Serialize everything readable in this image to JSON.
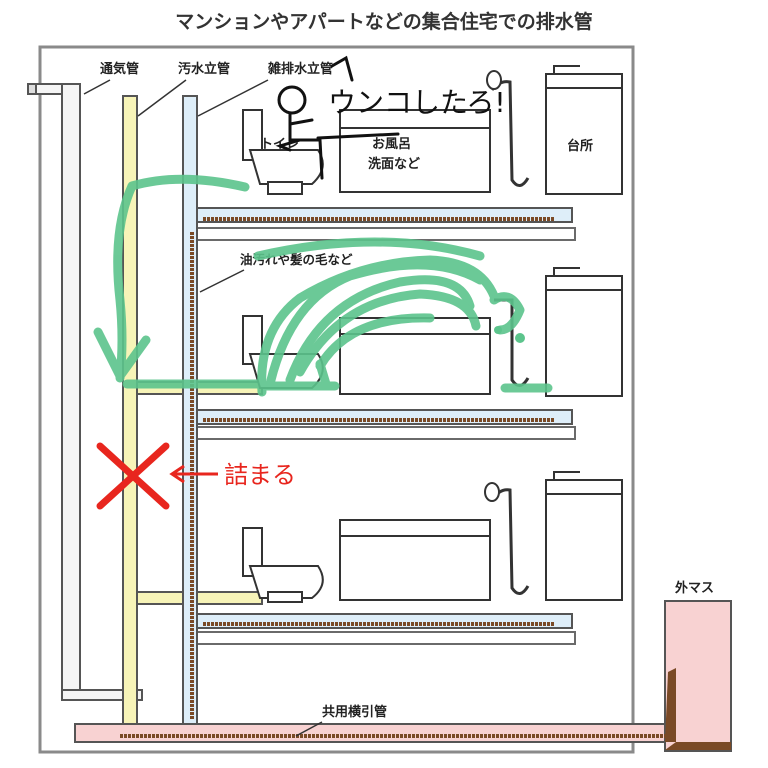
{
  "title": "マンションやアパートなどの集合住宅での排水管",
  "labels": {
    "vent_pipe": "通気管",
    "soil_stack": "汚水立管",
    "waste_stack": "雑排水立管",
    "toilet": "トイレ",
    "bath": "お風呂",
    "washbasin": "洗面など",
    "kitchen": "台所",
    "grease_hair": "油汚れや髪の毛など",
    "outer_manhole": "外マス",
    "shared_main": "共用横引管"
  },
  "annotations": {
    "scribble_text": "ウンコしたろ!",
    "clog_label": "詰まる"
  },
  "colors": {
    "vent": "#f5f5f5",
    "soil": "#f7f4b8",
    "waste": "#deeef9",
    "main": "#f8d2d2",
    "sludge": "#7a4a26",
    "scribble": "#5cc48c",
    "clog": "#e8261e"
  }
}
